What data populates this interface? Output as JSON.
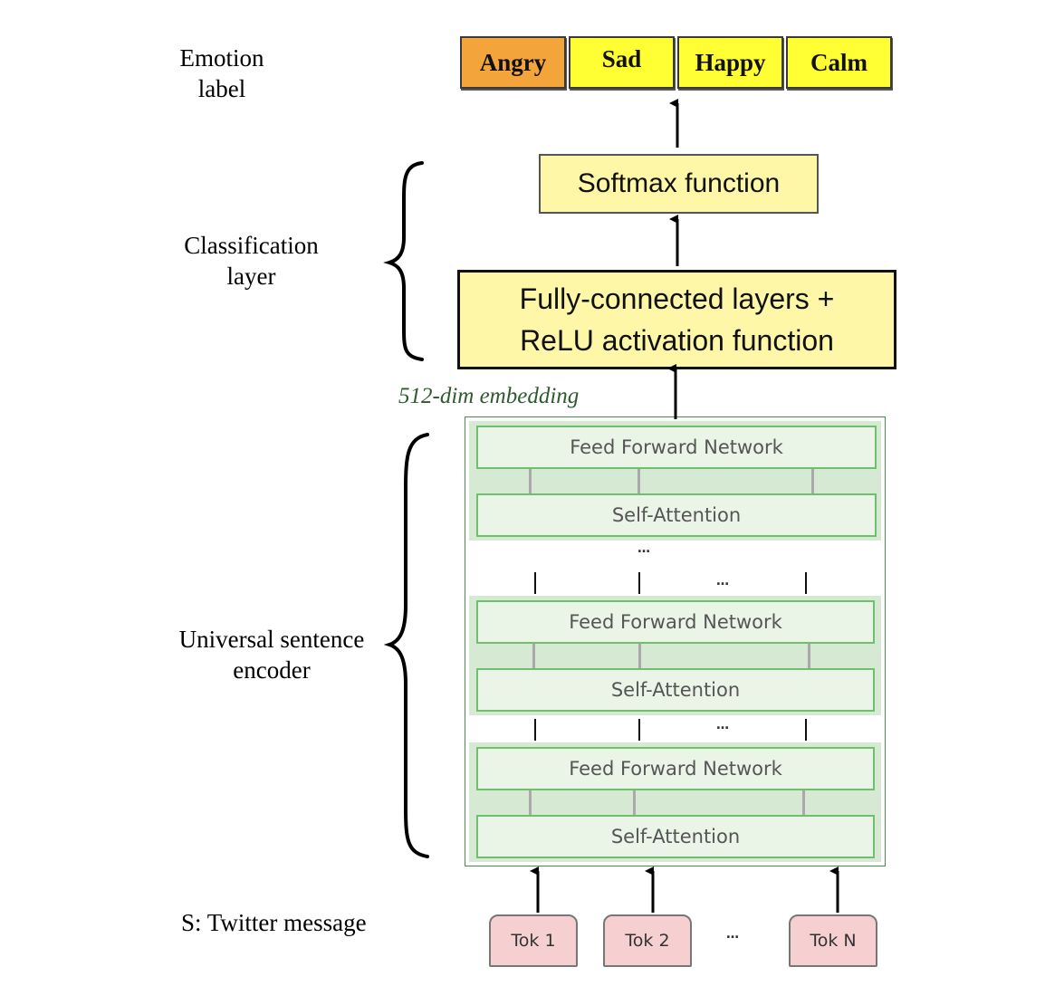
{
  "labels": {
    "emotion": [
      "Emotion",
      "label"
    ],
    "classification": [
      "Classification",
      "layer"
    ],
    "encoder": [
      "Universal sentence",
      "encoder"
    ],
    "input": "S: Twitter message"
  },
  "emotions": [
    {
      "label": "Angry",
      "color": "#f3a43b"
    },
    {
      "label": "Sad",
      "color": "#ffff33"
    },
    {
      "label": "Happy",
      "color": "#ffff33"
    },
    {
      "label": "Calm",
      "color": "#ffff33"
    }
  ],
  "softmax": "Softmax function",
  "fc_layer": [
    "Fully-connected layers +",
    "ReLU activation function"
  ],
  "embedding": "512-dim embedding",
  "encoder_blocks": [
    {
      "ffn": "Feed Forward Network",
      "attn": "Self-Attention"
    },
    {
      "ffn": "Feed Forward Network",
      "attn": "Self-Attention"
    },
    {
      "ffn": "Feed Forward Network",
      "attn": "Self-Attention"
    }
  ],
  "ellipsis": "…",
  "tokens": [
    "Tok 1",
    "Tok 2",
    "Tok N"
  ],
  "colors": {
    "yellow_box": "#fff7a8",
    "encoder_fill": "#d5e9d3",
    "encoder_border": "#6fbf6f",
    "token_fill": "#f6cfd1"
  }
}
